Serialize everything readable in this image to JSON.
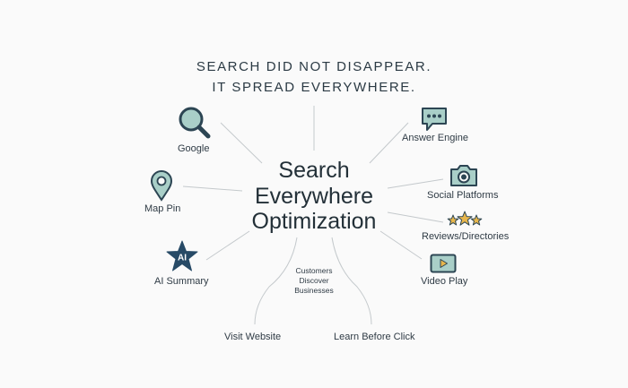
{
  "heading": {
    "line1": "SEARCH DID NOT DISAPPEAR.",
    "line2": "IT SPREAD EVERYWHERE."
  },
  "center": {
    "line1": "Search",
    "line2": "Everywhere",
    "line3": "Optimization"
  },
  "nodes": {
    "google": "Google",
    "map_pin": "Map Pin",
    "ai_summary": "AI Summary",
    "visit_website": "Visit Website",
    "learn_before_click": "Learn Before Click",
    "answer_engine": "Answer Engine",
    "social_platforms": "Social Platforms",
    "reviews_directories": "Reviews/Directories",
    "video_play": "Video Play"
  },
  "customers_note": {
    "line1": "Customers",
    "line2": "Discover",
    "line3": "Businesses"
  },
  "ai_icon_text": "AI",
  "colors": {
    "icon_fill": "#a9cfc8",
    "icon_stroke": "#2c4553",
    "star_fill": "#e7b64c",
    "ai_star": "#274a66",
    "line": "#c4c9cc"
  }
}
